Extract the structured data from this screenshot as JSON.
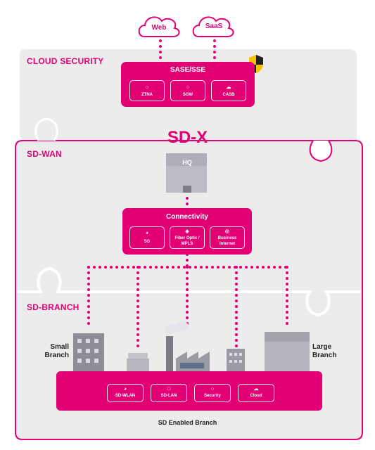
{
  "clouds": {
    "web": "Web",
    "saas": "SaaS"
  },
  "sections": {
    "cloud_security": "CLOUD SECURITY",
    "sd_wan": "SD-WAN",
    "sd_branch": "SD-BRANCH"
  },
  "sase": {
    "title": "SASE/SSE",
    "chips": [
      "ZTNA",
      "SGW",
      "CASB"
    ]
  },
  "sdx": "SD-X",
  "hq": "HQ",
  "connectivity": {
    "title": "Connectivity",
    "chips": [
      [
        "5G"
      ],
      [
        "Fiber Optic /",
        "MPLS"
      ],
      [
        "Business",
        "Internet"
      ]
    ]
  },
  "branch": {
    "small": [
      "Small",
      "Branch"
    ],
    "large": [
      "Large",
      "Branch"
    ],
    "chips": [
      "SD-WLAN",
      "SD-LAN",
      "Security",
      "Cloud"
    ],
    "footer": "SD Enabled Branch"
  },
  "colors": {
    "magenta": "#e20074",
    "panel": "#ececec",
    "panel_border": "#d3d3d3"
  },
  "icons": [
    "cloud-icon",
    "lock-icon",
    "shield-icon",
    "wifi-icon",
    "network-icon",
    "globe-icon",
    "security-badge-icon"
  ]
}
